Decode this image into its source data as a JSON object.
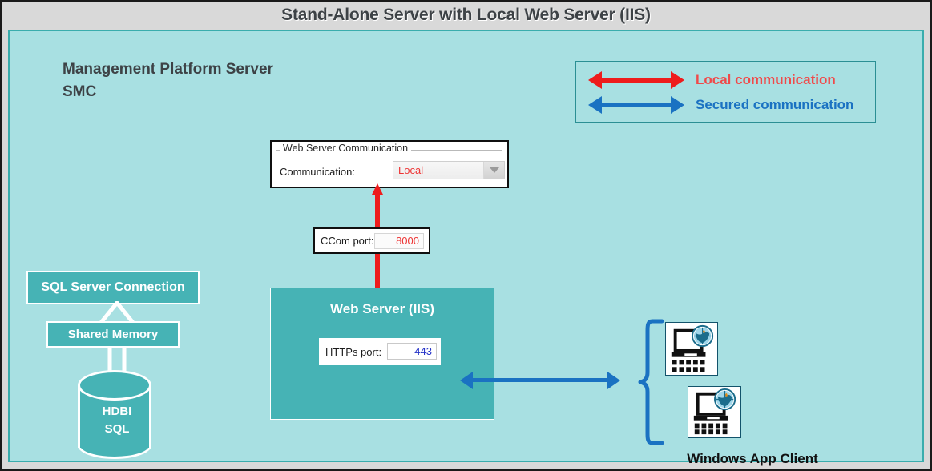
{
  "header": {
    "title": "Stand-Alone Server with Local Web Server (IIS)"
  },
  "panel": {
    "server_title": "Management Platform Server\n SMC"
  },
  "legend": {
    "items": [
      {
        "label": "Local communication",
        "color": "#f04a4a",
        "arrow": "double-headed-arrow-icon"
      },
      {
        "label": "Secured communication",
        "color": "#1a72c2",
        "arrow": "double-headed-arrow-icon"
      }
    ]
  },
  "web_server_communication_dialog": {
    "group_legend": "Web Server Communication",
    "field_label": "Communication:",
    "dropdown_value": "Local",
    "dropdown_value_color": "#ee3333",
    "dropdown_icon": "chevron-down-icon"
  },
  "ccom": {
    "label": "CCom port:",
    "value": "8000",
    "value_color": "#ee3333"
  },
  "iis": {
    "title": "Web Server (IIS)",
    "https_label": "HTTPs port:",
    "https_value": "443",
    "https_value_color": "#2432c8",
    "box_color": "#46b3b5"
  },
  "sql": {
    "connection_label": "SQL Server Connection",
    "shared_memory_label": "Shared Memory",
    "database_label": "HDBI\nSQL"
  },
  "client": {
    "label": "Windows App Client",
    "icon": "computer-globe-icon",
    "icon_count": 2,
    "brace_icon": "curly-brace-icon"
  },
  "colors": {
    "panel_background": "#a8e0e2",
    "panel_border": "#3aadad",
    "header_background": "#d9d9d9",
    "teal_box": "#46b3b5",
    "local_red": "#ee1c1c",
    "secured_blue": "#1a72c2"
  }
}
